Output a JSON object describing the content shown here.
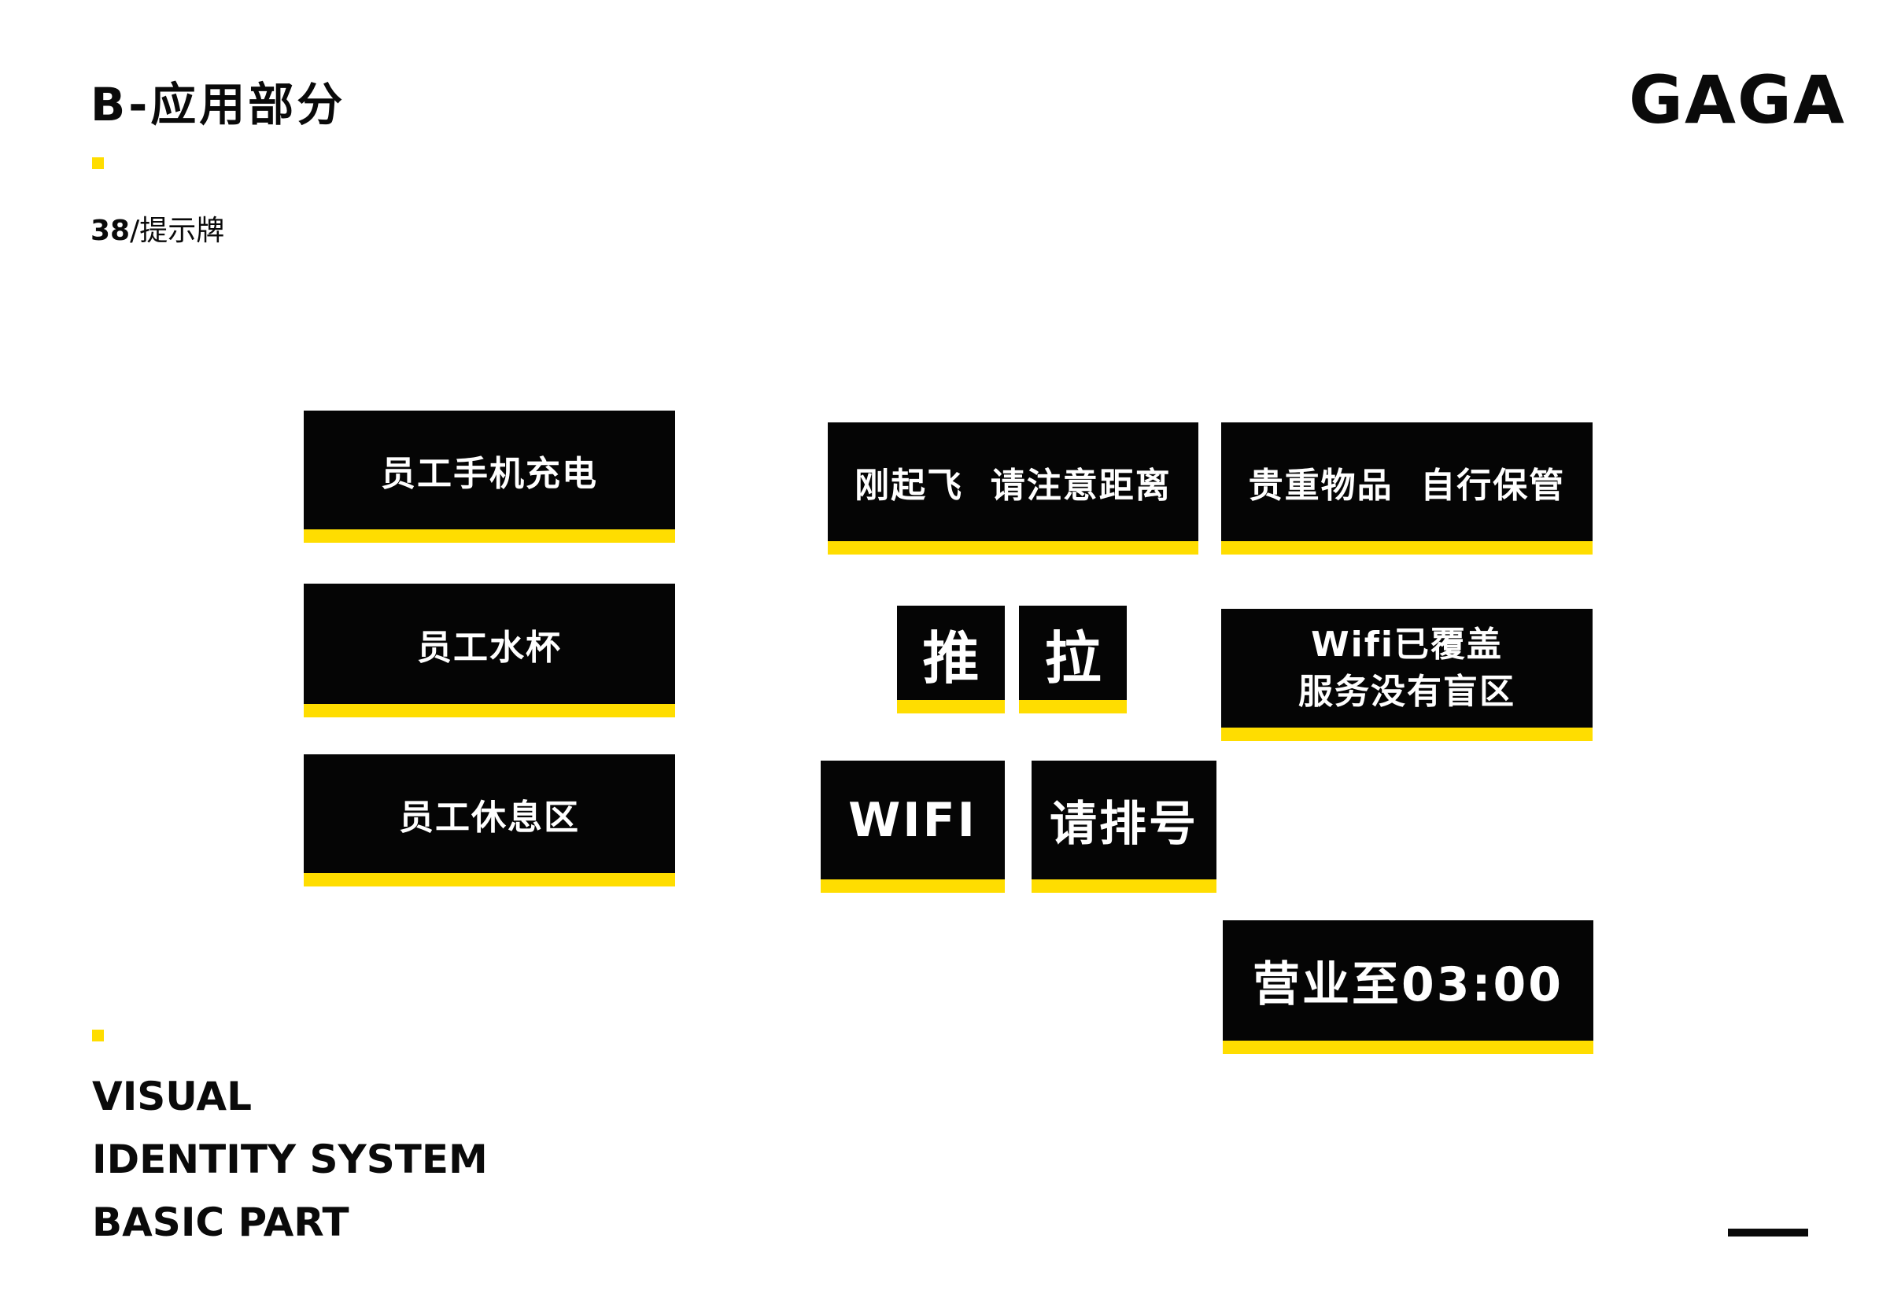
{
  "header": {
    "title": "B-应用部分",
    "section_number": "38",
    "section_name": "/提示牌",
    "logo": "GAGA"
  },
  "footer": {
    "lines": [
      "VISUAL",
      "IDENTITY SYSTEM",
      "BASIC PART"
    ]
  },
  "signs": {
    "staff_charging": "员工手机充电",
    "staff_cups": "员工水杯",
    "staff_rest": "员工休息区",
    "takeoff": "刚起飞  请注意距离",
    "valuables": "贵重物品  自行保管",
    "push": "推",
    "pull": "拉",
    "wifi_line1": "Wifi已覆盖",
    "wifi_line2": "服务没有盲区",
    "wifi": "WIFI",
    "queue": "请排号",
    "hours": "营业至03:00"
  },
  "colors": {
    "accent": "#ffdd00",
    "sign_bg": "#050505"
  }
}
